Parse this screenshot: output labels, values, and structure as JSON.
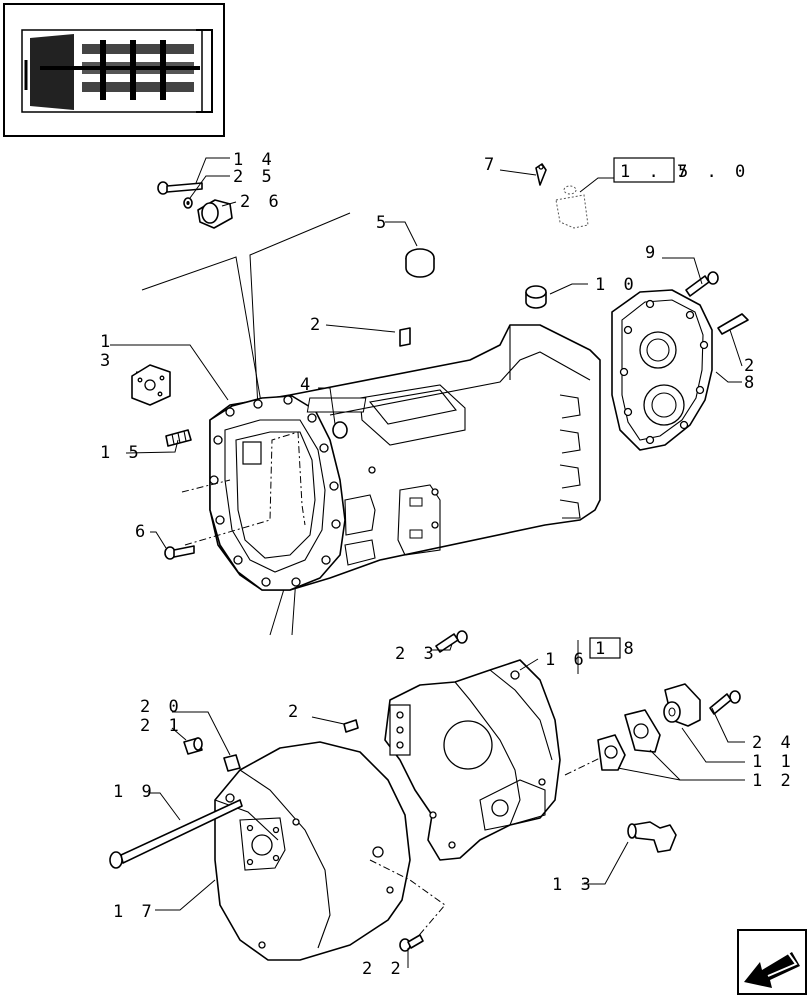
{
  "thumbnail": {
    "icon": "transmission-thumbnail-icon"
  },
  "nav": {
    "icon": "next-page-arrow-icon"
  },
  "callouts": {
    "c1": "1",
    "c2a": "2",
    "c2b": "2",
    "c2c": "2",
    "c3": "3",
    "c4": "4",
    "c5": "5",
    "c6": "6",
    "c7": "7",
    "c8": "8",
    "c9": "9",
    "c10": "1 0",
    "c11": "1 1",
    "c12": "1 2",
    "c13": "1 3",
    "c14": "1 4",
    "c15": "1 5",
    "c16": "1 6",
    "c17": "1 7",
    "c18": "1 8",
    "c19": "1 9",
    "c20": "2 0",
    "c21": "2 1",
    "c22": "2 2",
    "c23": "2 3",
    "c24": "2 4",
    "c25": "2 5",
    "c26": "2 6"
  },
  "reference": {
    "part1": "1 . 7",
    "part2": "5 . 0"
  }
}
